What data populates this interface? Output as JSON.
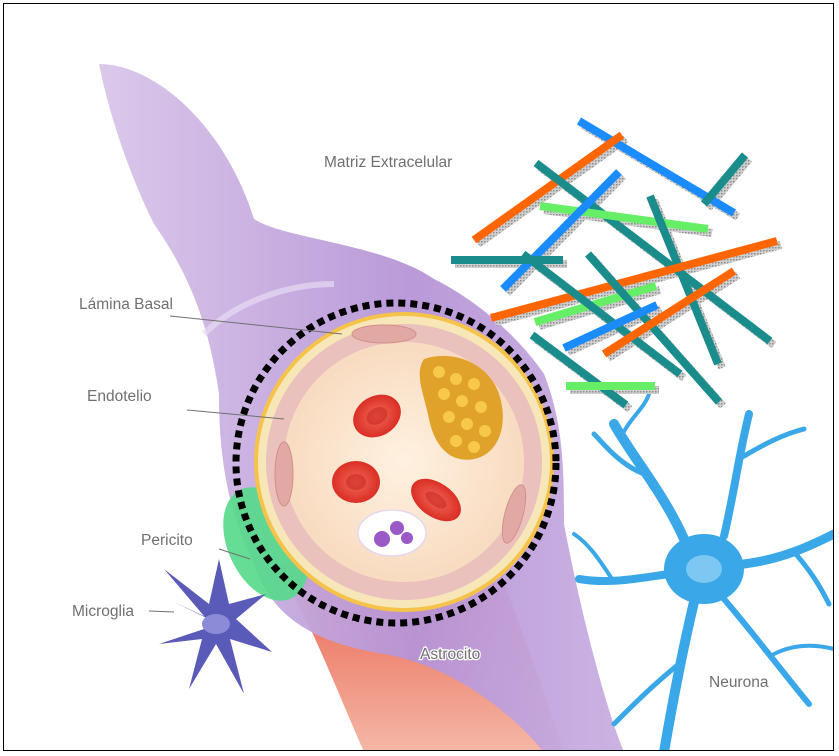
{
  "labels": {
    "matrix": "Matriz Extracelular",
    "basal": "Lámina Basal",
    "endothelium": "Endotelio",
    "pericyte": "Pericito",
    "microglia": "Microglia",
    "astrocyte": "Astrocito",
    "neuron": "Neurona"
  },
  "colors": {
    "fiber_orange": "#ff6600",
    "fiber_blue": "#1a8cff",
    "fiber_teal": "#1a8c8c",
    "fiber_green": "#66ee66",
    "astrocyte": "#b99ad6",
    "neuron": "#3aa8e8",
    "microglia": "#5a5ab8",
    "pericyte": "#55d98a",
    "vessel_wall": "#f0d9c8",
    "red_cell": "#e0332a",
    "lipid": "#e8a92a",
    "boundary": "#000000"
  },
  "icons": [
    "matrix-fibers",
    "astrocyte-cell",
    "blood-vessel-cross-section",
    "red-blood-cell",
    "white-blood-cell",
    "neuron-cell",
    "microglia-cell",
    "pericyte-cell",
    "dotted-boundary"
  ]
}
